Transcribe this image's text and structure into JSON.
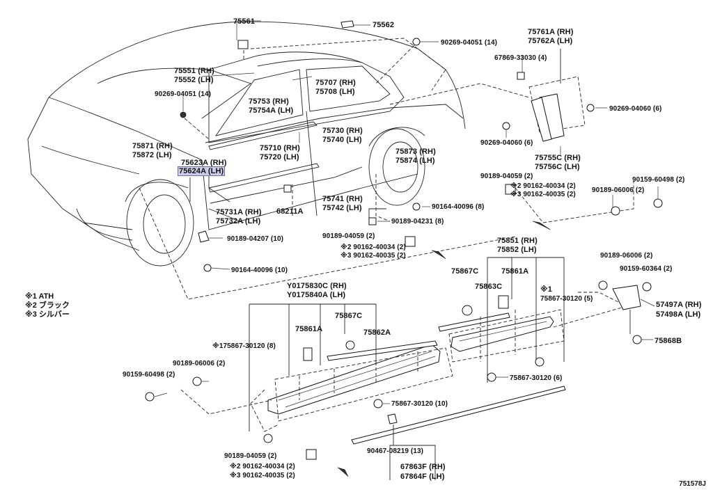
{
  "diagram": {
    "labels": [
      {
        "id": "l75561",
        "text": "75561"
      },
      {
        "id": "l75562",
        "text": "75562"
      },
      {
        "id": "l90269a",
        "text": "90269-04051 (14)"
      },
      {
        "id": "l75761",
        "text": "75761A (RH)"
      },
      {
        "id": "l75762",
        "text": "75762A (LH)"
      },
      {
        "id": "l67869",
        "text": "67869-33030 (4)"
      },
      {
        "id": "l75551",
        "text": "75551 (RH)"
      },
      {
        "id": "l75552",
        "text": "75552 (LH)"
      },
      {
        "id": "l75707",
        "text": "75707 (RH)"
      },
      {
        "id": "l75708",
        "text": "75708 (LH)"
      },
      {
        "id": "l90269b",
        "text": "90269-04051 (14)"
      },
      {
        "id": "l75753",
        "text": "75753  (RH)"
      },
      {
        "id": "l75754",
        "text": "75754A (LH)"
      },
      {
        "id": "l90269c",
        "text": "90269-04060 (6)"
      },
      {
        "id": "l75730",
        "text": "75730 (RH)"
      },
      {
        "id": "l75740",
        "text": "75740 (LH)"
      },
      {
        "id": "l90269d",
        "text": "90269-04060 (6)"
      },
      {
        "id": "l75871",
        "text": "75871 (RH)"
      },
      {
        "id": "l75872",
        "text": "75872 (LH)"
      },
      {
        "id": "l75710",
        "text": "75710 (RH)"
      },
      {
        "id": "l75720",
        "text": "75720 (LH)"
      },
      {
        "id": "l75873",
        "text": "75873 (RH)"
      },
      {
        "id": "l75874",
        "text": "75874 (LH)"
      },
      {
        "id": "l75755",
        "text": "75755C (RH)"
      },
      {
        "id": "l75756",
        "text": "75756C (LH)"
      },
      {
        "id": "l75623",
        "text": "75623A (RH)"
      },
      {
        "id": "l75624",
        "text": "75624A (LH)"
      },
      {
        "id": "l90189a",
        "text": "90189-04059 (2)"
      },
      {
        "id": "l90162a",
        "text": "※2 90162-40034 (2)"
      },
      {
        "id": "l90162b",
        "text": "※3 90162-40035 (2)"
      },
      {
        "id": "l90159a",
        "text": "90159-60498 (2)"
      },
      {
        "id": "l90189b",
        "text": "90189-06006 (2)"
      },
      {
        "id": "l75741",
        "text": "75741 (RH)"
      },
      {
        "id": "l75742",
        "text": "75742 (LH)"
      },
      {
        "id": "l75731",
        "text": "75731A (RH)"
      },
      {
        "id": "l75732",
        "text": "75732A (LH)"
      },
      {
        "id": "l68211",
        "text": "68211A"
      },
      {
        "id": "l90164a",
        "text": "90164-40096 (8)"
      },
      {
        "id": "l90189c",
        "text": "90189-04231 (8)"
      },
      {
        "id": "l90189d",
        "text": "90189-04207 (10)"
      },
      {
        "id": "l90189e",
        "text": "90189-04059 (2)"
      },
      {
        "id": "l90162c",
        "text": "※2 90162-40034 (2)"
      },
      {
        "id": "l90162d",
        "text": "※3 90162-40035 (2)"
      },
      {
        "id": "l75851",
        "text": "75851 (RH)"
      },
      {
        "id": "l75852",
        "text": "75852 (LH)"
      },
      {
        "id": "l90164b",
        "text": "90164-40096 (10)"
      },
      {
        "id": "l75867c1",
        "text": "75867C"
      },
      {
        "id": "l75861a1",
        "text": "75861A"
      },
      {
        "id": "l90189f",
        "text": "90189-06006 (2)"
      },
      {
        "id": "l90159b",
        "text": "90159-60364 (2)"
      },
      {
        "id": "l75863",
        "text": "75863C"
      },
      {
        "id": "lx1",
        "text": "※1"
      },
      {
        "id": "l75867a",
        "text": "75867-30120 (5)"
      },
      {
        "id": "l57497",
        "text": "57497A (RH)"
      },
      {
        "id": "l57498",
        "text": "57498A (LH)"
      },
      {
        "id": "lY1",
        "text": "Y0175830C (RH)"
      },
      {
        "id": "lY2",
        "text": "Y0175840A (LH)"
      },
      {
        "id": "l75867c2",
        "text": "75867C"
      },
      {
        "id": "l75861a2",
        "text": "75861A"
      },
      {
        "id": "l75862",
        "text": "75862A"
      },
      {
        "id": "l75868",
        "text": "75868B"
      },
      {
        "id": "l75867b",
        "text": "※175867-30120 (8)"
      },
      {
        "id": "l90189g",
        "text": "90189-06006 (2)"
      },
      {
        "id": "l90159c",
        "text": "90159-60498 (2)"
      },
      {
        "id": "l75867c",
        "text": "75867-30120 (6)"
      },
      {
        "id": "l75867d",
        "text": "75867-30120 (10)"
      },
      {
        "id": "l90467",
        "text": "90467-08219 (13)"
      },
      {
        "id": "l90189h",
        "text": "90189-04059 (2)"
      },
      {
        "id": "l90162e",
        "text": "※2 90162-40034 (2)"
      },
      {
        "id": "l90162f",
        "text": "※3 90162-40035 (2)"
      },
      {
        "id": "l67863",
        "text": "67863F (RH)"
      },
      {
        "id": "l67864",
        "text": "67864F (LH)"
      }
    ],
    "legend": [
      "※1 ATH",
      "※2 ブラック",
      "※3 シルバー"
    ],
    "reference": "751578J",
    "highlight_color": "#c9cbe8"
  }
}
